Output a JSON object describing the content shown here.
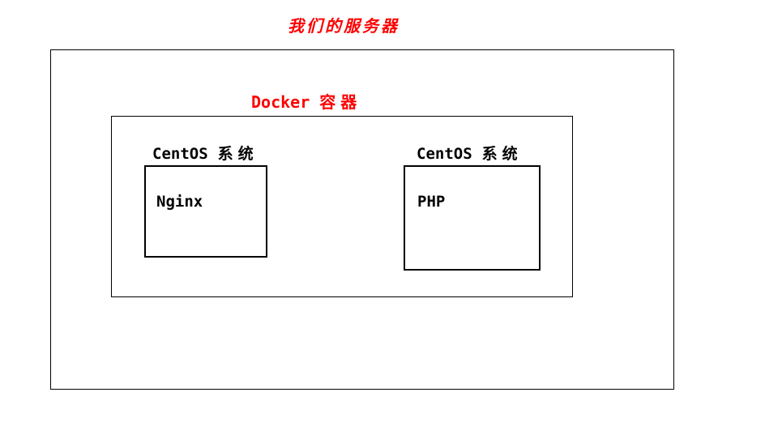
{
  "diagram": {
    "title": "我们的服务器",
    "docker": {
      "label_en": "Docker",
      "label_zh": "容器"
    },
    "containers": [
      {
        "os_en": "CentOS",
        "os_zh": "系统",
        "app": "Nginx"
      },
      {
        "os_en": "CentOS",
        "os_zh": "系统",
        "app": "PHP"
      }
    ],
    "colors": {
      "accent_red": "#fe0000",
      "line": "#000000",
      "background": "#ffffff"
    }
  }
}
